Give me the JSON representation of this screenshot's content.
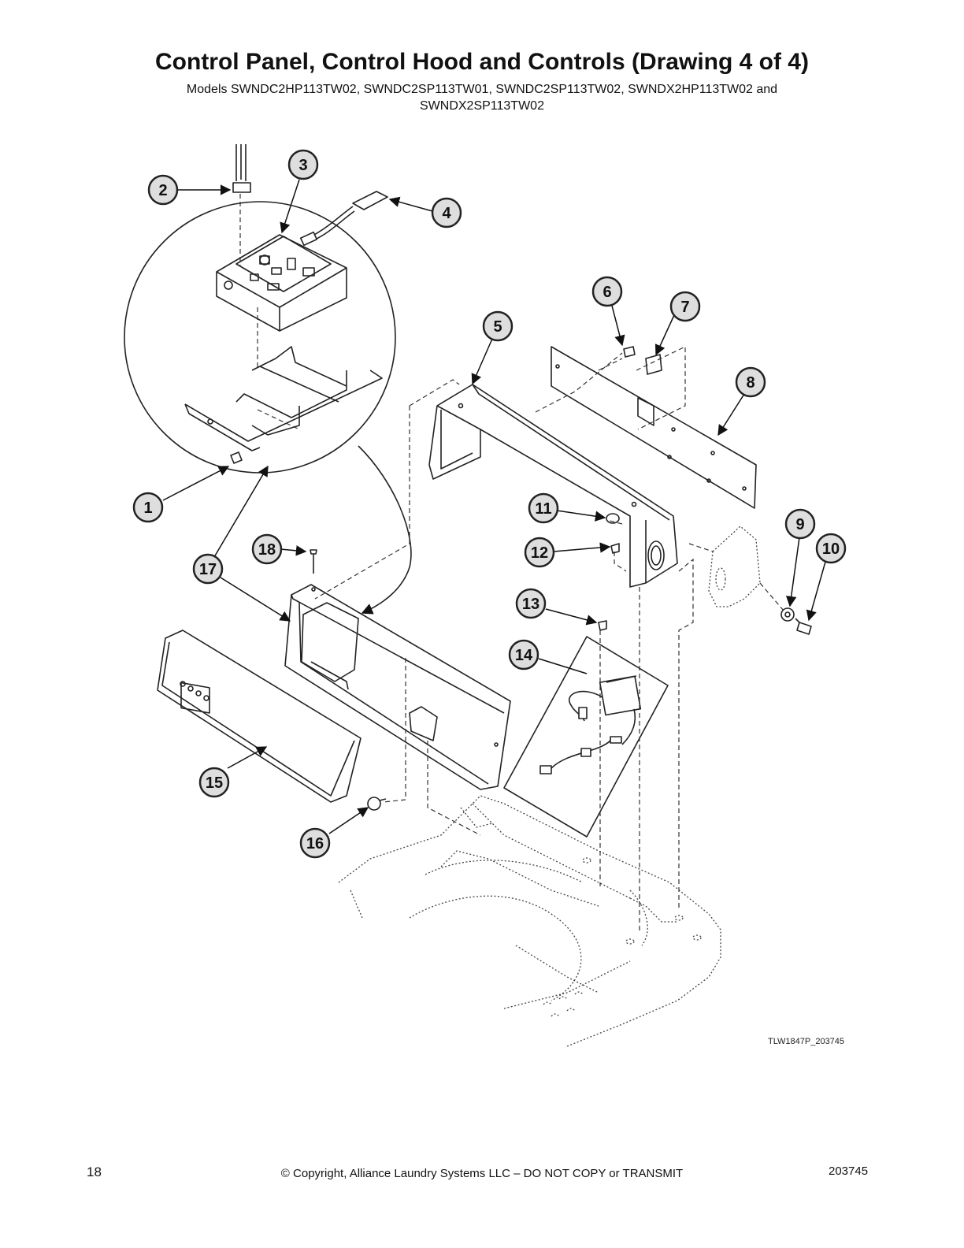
{
  "header": {
    "title": "Control Panel, Control Hood and Controls (Drawing 4 of 4)",
    "models_line1": "Models SWNDC2HP113TW02, SWNDC2SP113TW01, SWNDC2SP113TW02, SWNDX2HP113TW02 and",
    "models_line2": "SWNDX2SP113TW02"
  },
  "callouts": [
    "1",
    "2",
    "3",
    "4",
    "5",
    "6",
    "7",
    "8",
    "9",
    "10",
    "11",
    "12",
    "13",
    "14",
    "15",
    "16",
    "17",
    "18"
  ],
  "drawing_code": "TLW1847P_203745",
  "footer": {
    "page_number": "18",
    "copyright": "© Copyright, Alliance Laundry Systems LLC – DO NOT COPY or TRANSMIT",
    "doc_number": "203745"
  }
}
